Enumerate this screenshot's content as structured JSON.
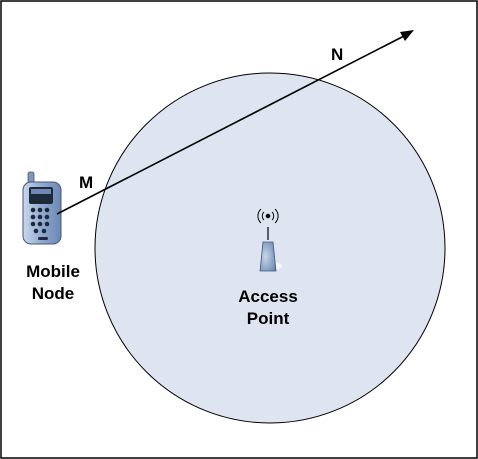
{
  "diagram": {
    "colors": {
      "coverage_fill": "#dfe5f0",
      "outline": "#000000",
      "device_body": "#8fa9cf",
      "device_screen": "#1e2a3a",
      "access_point_body": "#8ea6c9"
    },
    "icons": [
      "mobile-phone-icon",
      "access-point-icon",
      "wireless-signal-icon"
    ],
    "labels": {
      "point_m": "M",
      "point_n": "N",
      "mobile_node": [
        "Mobile",
        "Node"
      ],
      "access_point": [
        "Access",
        "Point"
      ]
    }
  }
}
